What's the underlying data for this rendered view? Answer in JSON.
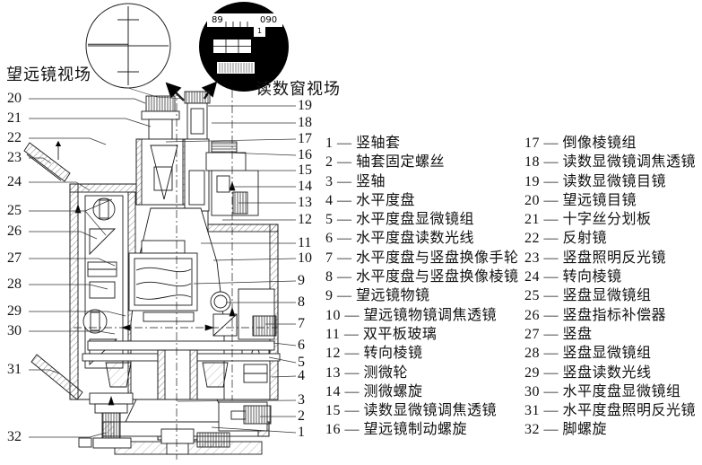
{
  "insets": {
    "telescope_view_label": "望远镜视场",
    "reading_window_label": "读数窗视场",
    "reading_window": {
      "left_number": "89",
      "right_number": "090",
      "index_number": "1"
    }
  },
  "diagram": {
    "left_callout_numbers": [
      "20",
      "21",
      "22",
      "23",
      "24",
      "25",
      "26",
      "27",
      "28",
      "29",
      "30",
      "31",
      "32"
    ],
    "right_callout_numbers": [
      "19",
      "18",
      "17",
      "16",
      "15",
      "14",
      "13",
      "12",
      "11",
      "10",
      "9",
      "8",
      "7",
      "6",
      "5",
      "4",
      "3",
      "2",
      "1"
    ]
  },
  "legend": {
    "separator": "—",
    "column1": [
      {
        "num": "1",
        "label": "竖轴套"
      },
      {
        "num": "2",
        "label": "轴套固定螺丝"
      },
      {
        "num": "3",
        "label": "竖轴"
      },
      {
        "num": "4",
        "label": "水平度盘"
      },
      {
        "num": "5",
        "label": "水平度盘显微镜组"
      },
      {
        "num": "6",
        "label": "水平度盘读数光线"
      },
      {
        "num": "7",
        "label": "水平度盘与竖盘换像手轮"
      },
      {
        "num": "8",
        "label": "水平度盘与竖盘换像棱镜"
      },
      {
        "num": "9",
        "label": "望远镜物镜"
      },
      {
        "num": "10",
        "label": "望远镜物镜调焦透镜"
      },
      {
        "num": "11",
        "label": "双平板玻璃"
      },
      {
        "num": "12",
        "label": "转向棱镜"
      },
      {
        "num": "13",
        "label": "测微轮"
      },
      {
        "num": "14",
        "label": "测微螺旋"
      },
      {
        "num": "15",
        "label": "读数显微镜调焦透镜"
      },
      {
        "num": "16",
        "label": "望远镜制动螺旋"
      }
    ],
    "column2": [
      {
        "num": "17",
        "label": "倒像棱镜组"
      },
      {
        "num": "18",
        "label": "读数显微镜调焦透镜"
      },
      {
        "num": "19",
        "label": "读数显微镜目镜"
      },
      {
        "num": "20",
        "label": "望远镜目镜"
      },
      {
        "num": "21",
        "label": "十字丝分划板"
      },
      {
        "num": "22",
        "label": "反射镜"
      },
      {
        "num": "23",
        "label": "竖盘照明反光镜"
      },
      {
        "num": "24",
        "label": "转向棱镜"
      },
      {
        "num": "25",
        "label": "竖盘显微镜组"
      },
      {
        "num": "26",
        "label": "竖盘指标补偿器"
      },
      {
        "num": "27",
        "label": "竖盘"
      },
      {
        "num": "28",
        "label": "竖盘显微镜组"
      },
      {
        "num": "29",
        "label": "竖盘读数光线"
      },
      {
        "num": "30",
        "label": "水平度盘显微镜组"
      },
      {
        "num": "31",
        "label": "水平度盘照明反光镜"
      },
      {
        "num": "32",
        "label": "脚螺旋"
      }
    ]
  }
}
